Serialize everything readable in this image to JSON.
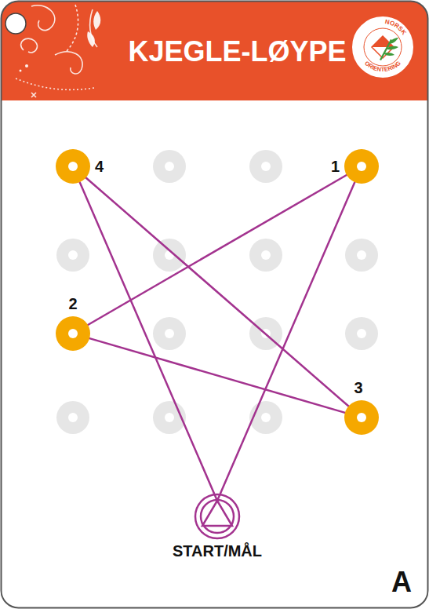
{
  "diagram": {
    "title": "KJEGLE-LØYPE",
    "nodes": [
      {
        "text": [
          "START/MÅL"
        ]
      },
      {
        "text": [
          "1"
        ]
      },
      {
        "text": [
          "2"
        ]
      },
      {
        "text": [
          "3"
        ]
      },
      {
        "text": [
          "4"
        ]
      }
    ],
    "edges": [
      {
        "from": 0,
        "to": 1,
        "arrow": "none"
      },
      {
        "from": 1,
        "to": 2,
        "arrow": "none"
      },
      {
        "from": 2,
        "to": 3,
        "arrow": "none"
      },
      {
        "from": 3,
        "to": 4,
        "arrow": "none"
      },
      {
        "from": 4,
        "to": 0,
        "arrow": "none"
      }
    ],
    "labels": [
      "NORSK",
      "ORIENTERING",
      "A"
    ]
  }
}
